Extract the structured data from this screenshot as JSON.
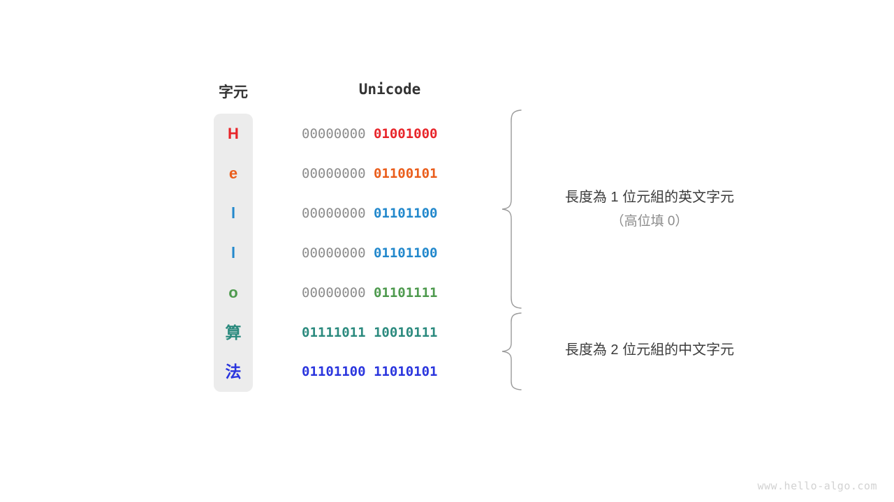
{
  "headers": {
    "character": "字元",
    "unicode": "Unicode"
  },
  "rows": [
    {
      "char": "H",
      "high": "00000000",
      "low": "01001000",
      "color": "#e8252a",
      "high_bold": false,
      "cjk": false
    },
    {
      "char": "e",
      "high": "00000000",
      "low": "01100101",
      "color": "#ea5d1b",
      "high_bold": false,
      "cjk": false
    },
    {
      "char": "l",
      "high": "00000000",
      "low": "01101100",
      "color": "#2288cc",
      "high_bold": false,
      "cjk": false
    },
    {
      "char": "l",
      "high": "00000000",
      "low": "01101100",
      "color": "#2288cc",
      "high_bold": false,
      "cjk": false
    },
    {
      "char": "o",
      "high": "00000000",
      "low": "01101111",
      "color": "#4e9a4e",
      "high_bold": false,
      "cjk": false
    },
    {
      "char": "算",
      "high": "01111011",
      "low": "10010111",
      "color": "#2b8a7e",
      "high_bold": true,
      "cjk": true
    },
    {
      "char": "法",
      "high": "01101100",
      "low": "11010101",
      "color": "#2a35de",
      "high_bold": true,
      "cjk": true
    }
  ],
  "annotations": {
    "ascii": {
      "line1": "長度為 1 位元組的英文字元",
      "line2": "（高位填 0）"
    },
    "cjk": {
      "line1": "長度為 2 位元組的中文字元",
      "line2": ""
    }
  },
  "watermark": "www.hello-algo.com",
  "palette": {
    "column_background": "#ececec",
    "high_bits_gray": "#8c8c8c",
    "brace_stroke": "#9a9a9a",
    "heading_text": "#333333",
    "annotation_text": "#3b3b3b",
    "annotation_sub_text": "#8c8c8c",
    "watermark_text": "#d2d2d2",
    "page_background": "#ffffff"
  }
}
